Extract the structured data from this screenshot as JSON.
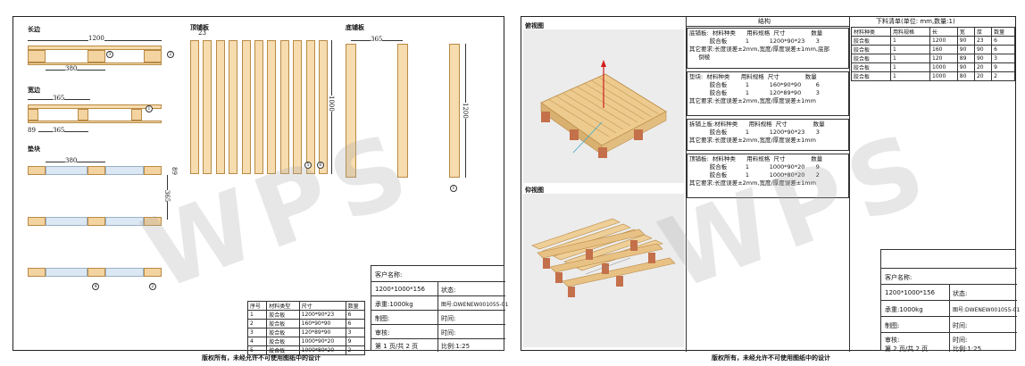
{
  "footer_note": "版权所有，未经允许不可使用图纸中的设计",
  "watermark_text": "WPS",
  "sheet1": {
    "labels": {
      "long_side": "长边",
      "wide_side": "宽边",
      "block": "垫块",
      "top_board": "顶铺板",
      "bottom_board": "底铺板"
    },
    "dims": {
      "d1200_long": "1200",
      "d380_long": "380",
      "d365_wide": "365",
      "d89": "89",
      "d365_wide2": "365",
      "d380_block": "380",
      "d89_block": "89",
      "d365_block": "365",
      "d23_top": "23",
      "d1000_top": "1000",
      "d365_bottom": "365",
      "d1200_bottom": "1200"
    },
    "callouts": [
      "1",
      "2",
      "3",
      "4",
      "5",
      "6"
    ],
    "bom": {
      "headers": [
        "序号",
        "材料类型",
        "尺寸",
        "数量"
      ],
      "rows": [
        [
          "1",
          "胶合板",
          "1200*90*23",
          "6"
        ],
        [
          "2",
          "胶合板",
          "160*90*90",
          "6"
        ],
        [
          "3",
          "胶合板",
          "120*89*90",
          "3"
        ],
        [
          "4",
          "胶合板",
          "1000*90*20",
          "9"
        ],
        [
          "5",
          "胶合板",
          "1000*80*20",
          "2"
        ]
      ]
    },
    "title_block": {
      "customer": "客户名称:",
      "spec": "1200*1000*156",
      "status": "状态:",
      "load": "承重:1000kg",
      "drawing_no": "图号:DWENEW001055-01",
      "drafter": "制图:",
      "time1": "时间:",
      "reviewer": "审核:",
      "time2": "时间:",
      "page": "第 1 页/共 2 页",
      "scale": "比例:1:25"
    }
  },
  "sheet2": {
    "labels": {
      "top_view": "俯视图",
      "bottom_view": "仰视图",
      "structure": "结构",
      "list_title": "下料清单(单位: mm,数量:1)"
    },
    "structure_sections": [
      {
        "lines": [
          "底铺板:  材料种类      用料规格  尺寸              数量",
          "           胶合板          1           1200*90*23      3",
          "其它要求:长度误差±2mm,宽度/厚度误差±1mm,底部",
          "     倒棱"
        ]
      },
      {
        "lines": [
          "垫块:  材料种类      用料规格  尺寸              数量",
          "           胶合板          1           160*90*90        6",
          "           胶合板          1           120*89*90        3",
          "其它要求:长度误差±2mm,宽度/厚度误差±1mm"
        ]
      },
      {
        "lines": [
          "拆铺上板:材料种类      用料规格  尺寸              数量",
          "           胶合板          1           1200*90*23      3",
          "其它要求:长度误差±2mm,宽度/厚度误差±1mm"
        ]
      },
      {
        "lines": [
          "顶铺板:  材料种类      用料规格  尺寸              数量",
          "           胶合板          1           1000*90*20      9",
          "           胶合板          1           1000*80*20      2",
          "其它要求:长度误差±2mm,宽度/厚度误差±1mm"
        ]
      }
    ],
    "cut_list": {
      "headers": [
        "材料种类",
        "用料规格",
        "长",
        "宽",
        "厚",
        "数量"
      ],
      "rows": [
        [
          "胶合板",
          "1",
          "1200",
          "90",
          "23",
          "6"
        ],
        [
          "胶合板",
          "1",
          "160",
          "90",
          "90",
          "6"
        ],
        [
          "胶合板",
          "1",
          "120",
          "89",
          "90",
          "3"
        ],
        [
          "胶合板",
          "1",
          "1000",
          "90",
          "20",
          "9"
        ],
        [
          "胶合板",
          "1",
          "1000",
          "80",
          "20",
          "2"
        ]
      ]
    },
    "title_block": {
      "customer": "客户名称:",
      "spec": "1200*1000*156",
      "status": "状态:",
      "load": "承重:1000kg",
      "drawing_no": "图号:DWENEW001055-01",
      "drafter": "制图:",
      "time1": "时间:",
      "reviewer": "审核:",
      "time2": "时间:",
      "page": "第 2 页/共 2 页",
      "scale": "比例:1:25"
    }
  }
}
